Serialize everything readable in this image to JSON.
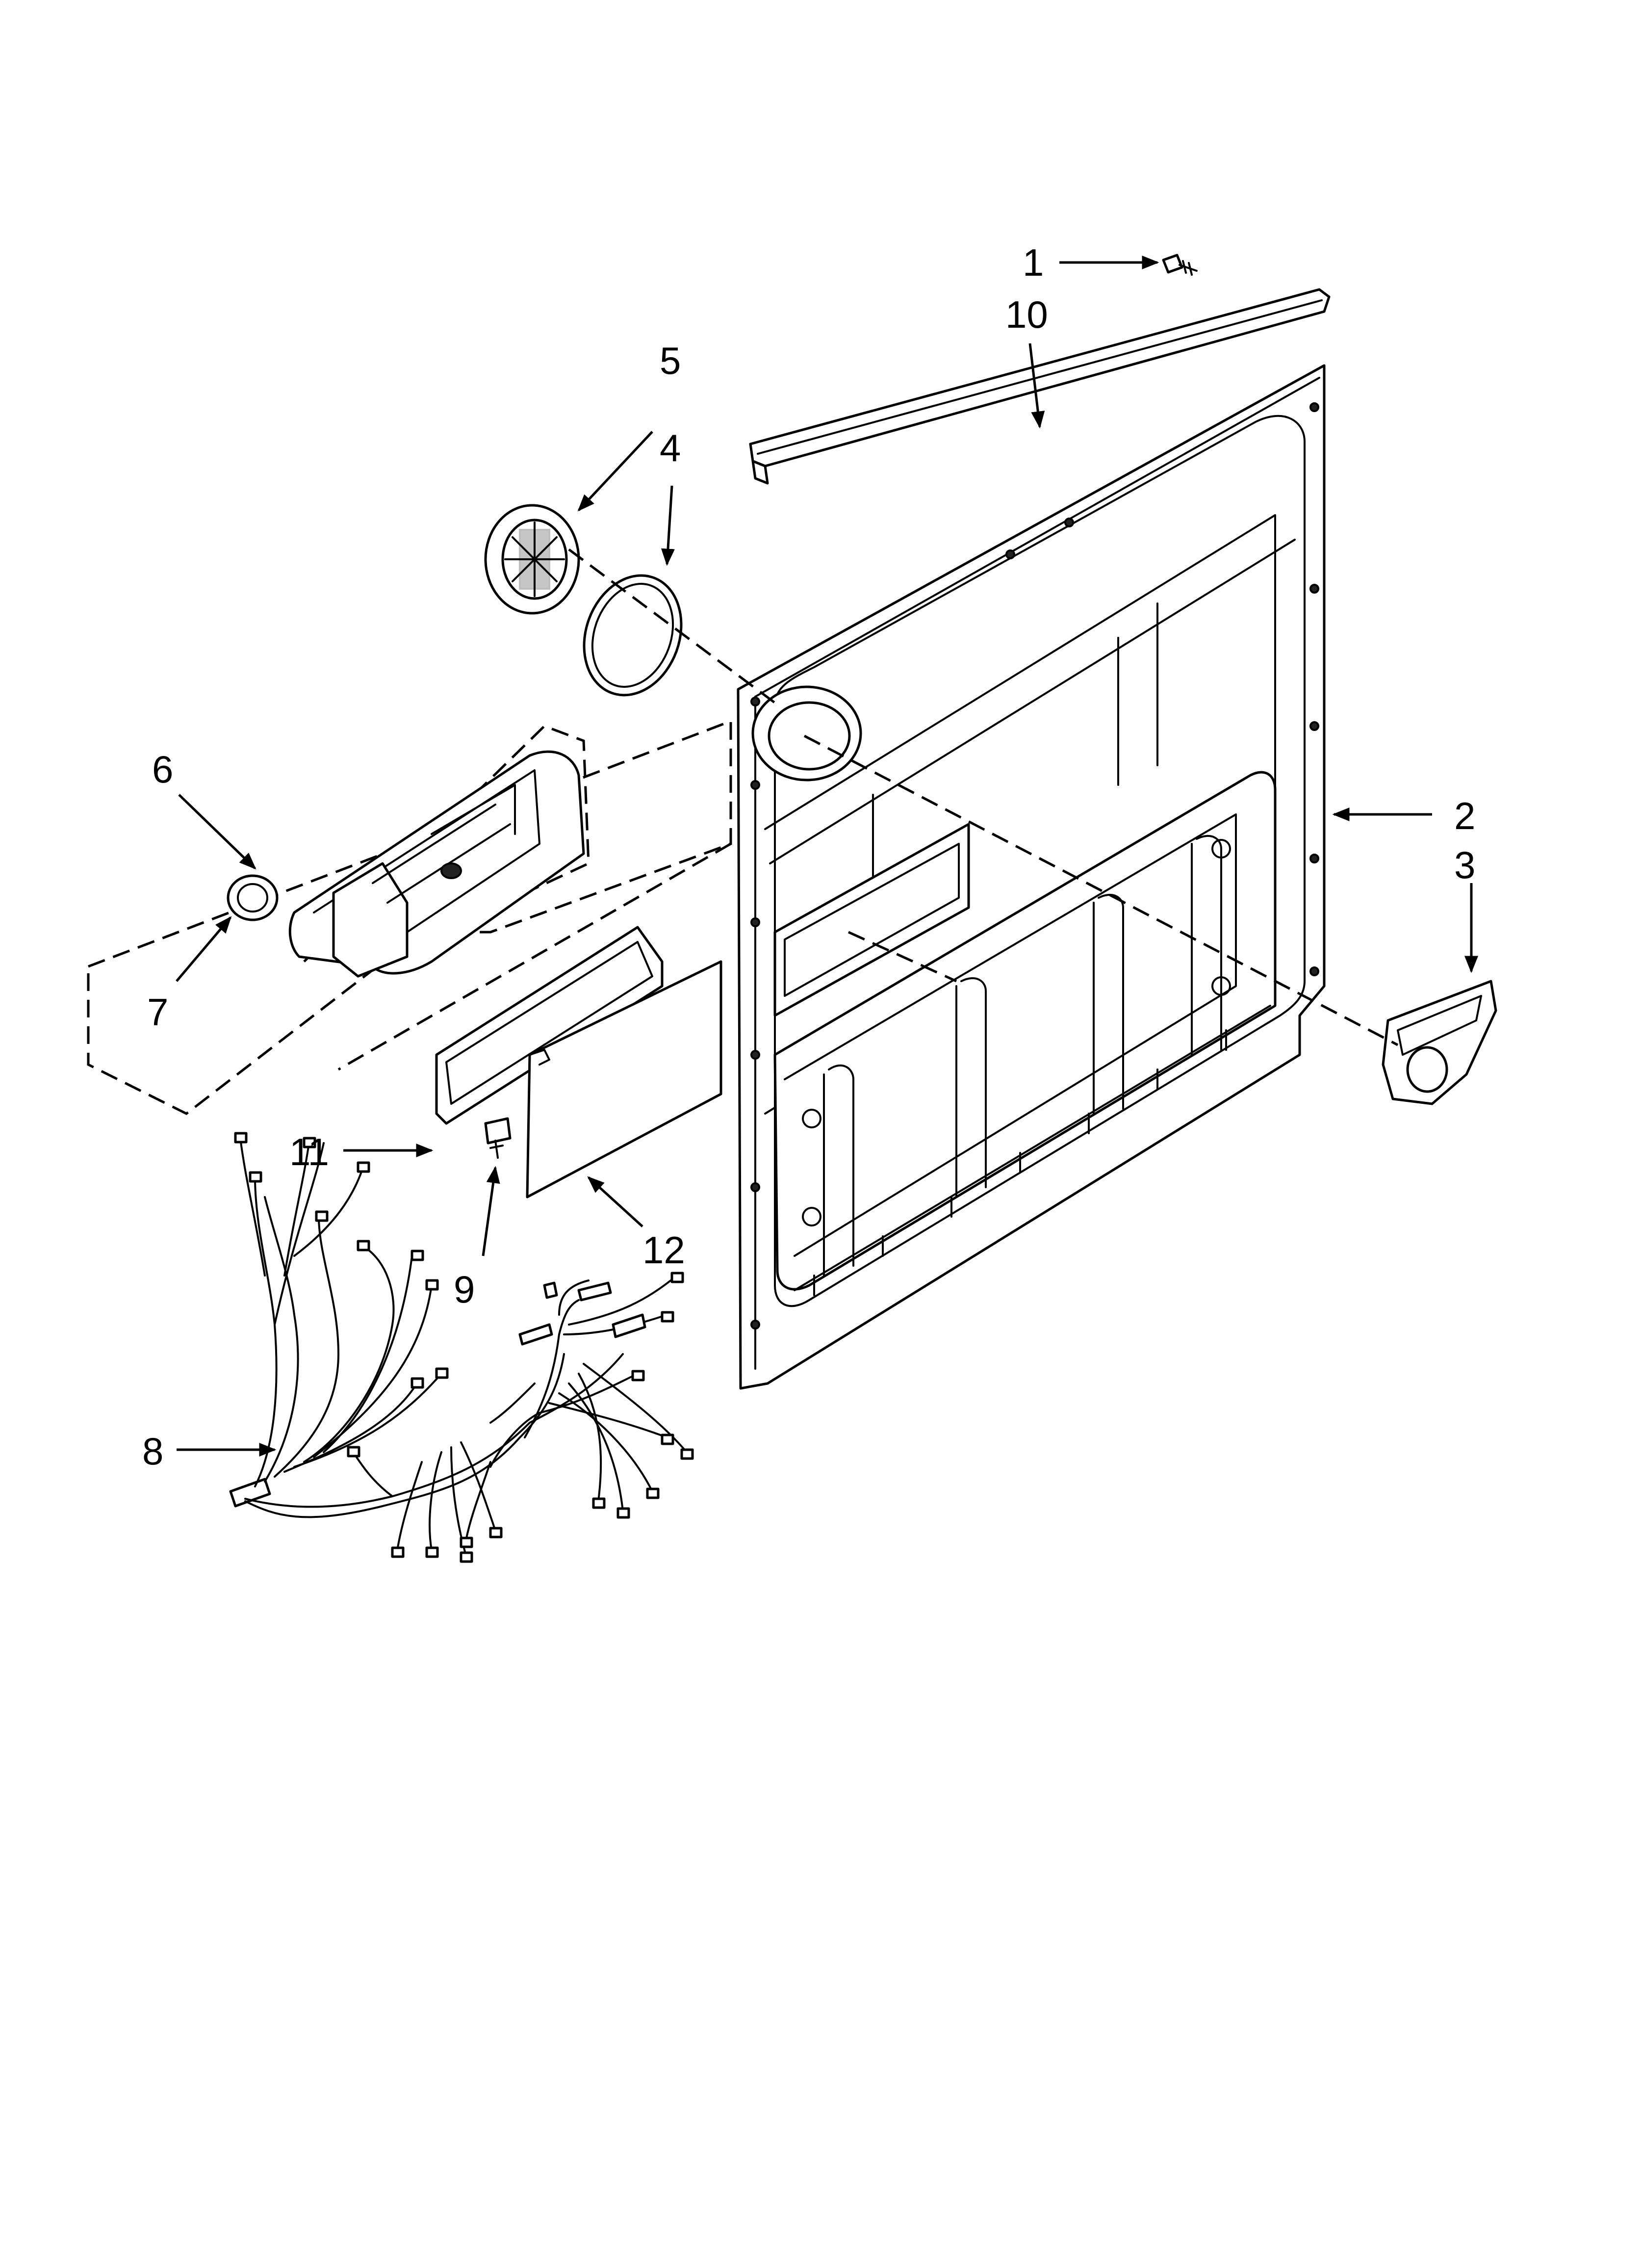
{
  "callouts": [
    {
      "id": "1",
      "label": "1"
    },
    {
      "id": "10",
      "label": "10"
    },
    {
      "id": "5",
      "label": "5"
    },
    {
      "id": "4",
      "label": "4"
    },
    {
      "id": "6",
      "label": "6"
    },
    {
      "id": "2",
      "label": "2"
    },
    {
      "id": "3",
      "label": "3"
    },
    {
      "id": "7",
      "label": "7"
    },
    {
      "id": "11",
      "label": "11"
    },
    {
      "id": "9",
      "label": "9"
    },
    {
      "id": "12",
      "label": "12"
    },
    {
      "id": "8",
      "label": "8"
    }
  ]
}
